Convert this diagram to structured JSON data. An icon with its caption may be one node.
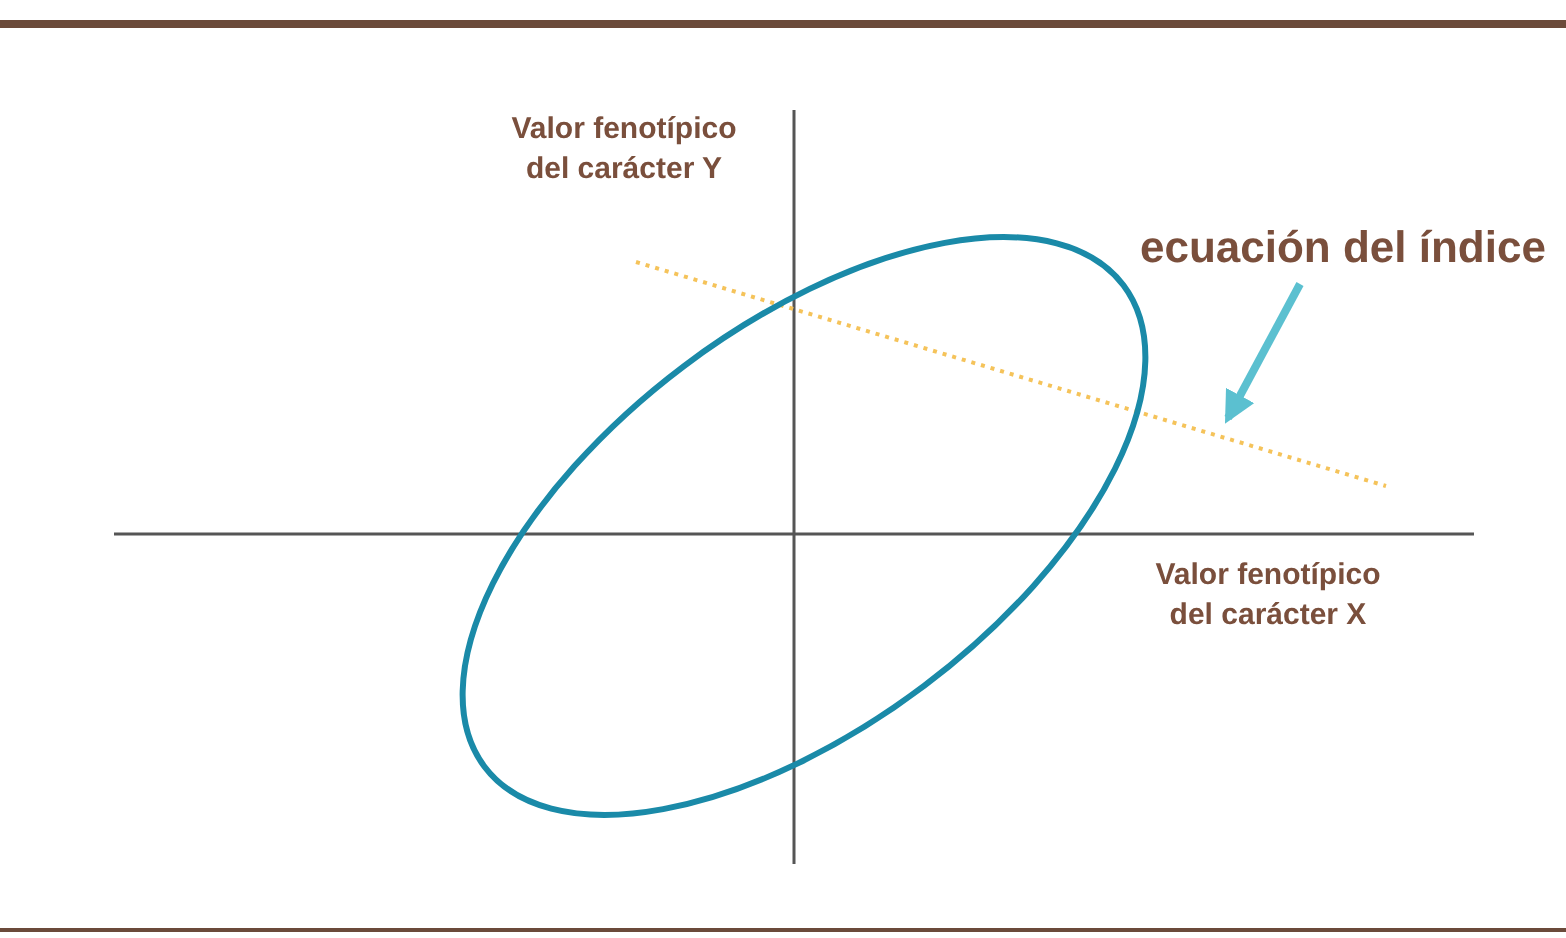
{
  "diagram": {
    "nodes": [
      {
        "text": [
          "ecuación del índice"
        ]
      },
      {
        "text": [],
        "shape": "line"
      },
      {
        "text": [],
        "shape": "ellipse"
      }
    ],
    "edges": [
      {
        "from": 0,
        "to": 1,
        "arrow": "to"
      }
    ],
    "labels": [
      "Valor fenotípico del carácter Y",
      "Valor fenotípico del carácter X"
    ]
  }
}
